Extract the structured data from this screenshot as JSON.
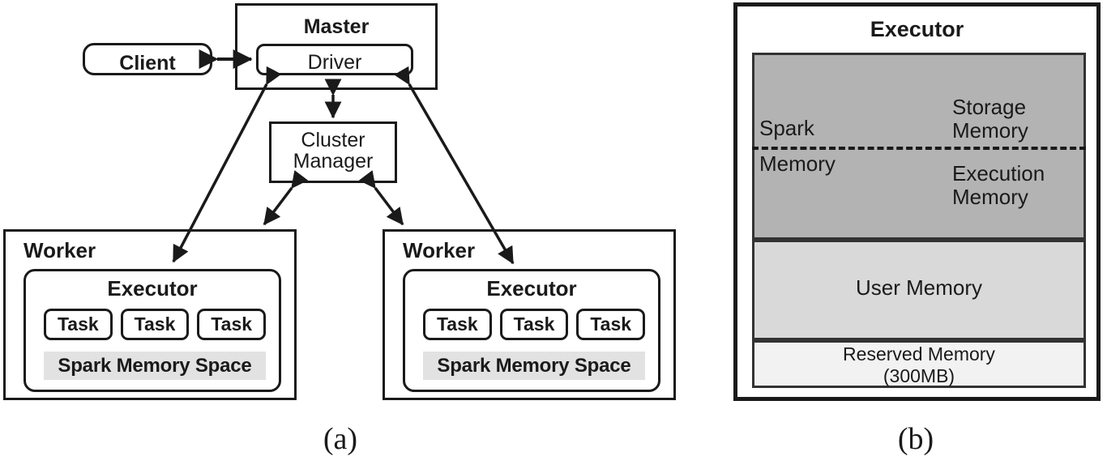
{
  "figure": {
    "caption_a": "(a)",
    "caption_b": "(b)"
  },
  "panel_a": {
    "client": {
      "label": "Client"
    },
    "master": {
      "label": "Master",
      "driver_label": "Driver"
    },
    "cluster_manager": {
      "label_line1": "Cluster",
      "label_line2": "Manager"
    },
    "workers": [
      {
        "label": "Worker",
        "executor_label": "Executor",
        "tasks": [
          "Task",
          "Task",
          "Task"
        ],
        "memory_space_label": "Spark Memory Space"
      },
      {
        "label": "Worker",
        "executor_label": "Executor",
        "tasks": [
          "Task",
          "Task",
          "Task"
        ],
        "memory_space_label": "Spark Memory Space"
      }
    ],
    "connections": [
      {
        "from": "client",
        "to": "driver",
        "style": "double-arrow"
      },
      {
        "from": "driver",
        "to": "cluster-manager",
        "style": "double-arrow"
      },
      {
        "from": "cluster-manager",
        "to": "worker-left",
        "style": "double-arrow"
      },
      {
        "from": "cluster-manager",
        "to": "worker-right",
        "style": "double-arrow"
      },
      {
        "from": "master",
        "to": "worker-left-executor",
        "style": "double-arrow"
      },
      {
        "from": "master",
        "to": "worker-right-executor",
        "style": "double-arrow"
      }
    ]
  },
  "panel_b": {
    "title": "Executor",
    "spark_memory_label_line1": "Spark",
    "spark_memory_label_line2": "Memory",
    "storage_memory_line1": "Storage",
    "storage_memory_line2": "Memory",
    "execution_memory_line1": "Execution",
    "execution_memory_line2": "Memory",
    "user_memory": "User Memory",
    "reserved_memory_line1": "Reserved Memory",
    "reserved_memory_line2": "(300MB)"
  },
  "colors": {
    "outline": "#1a1a1a",
    "spark_memory_fill": "#b3b3b3",
    "user_memory_fill": "#d9d9d9",
    "reserved_memory_fill": "#f2f2f2",
    "memory_space_highlight": "#e2e2e2",
    "background": "#ffffff"
  }
}
